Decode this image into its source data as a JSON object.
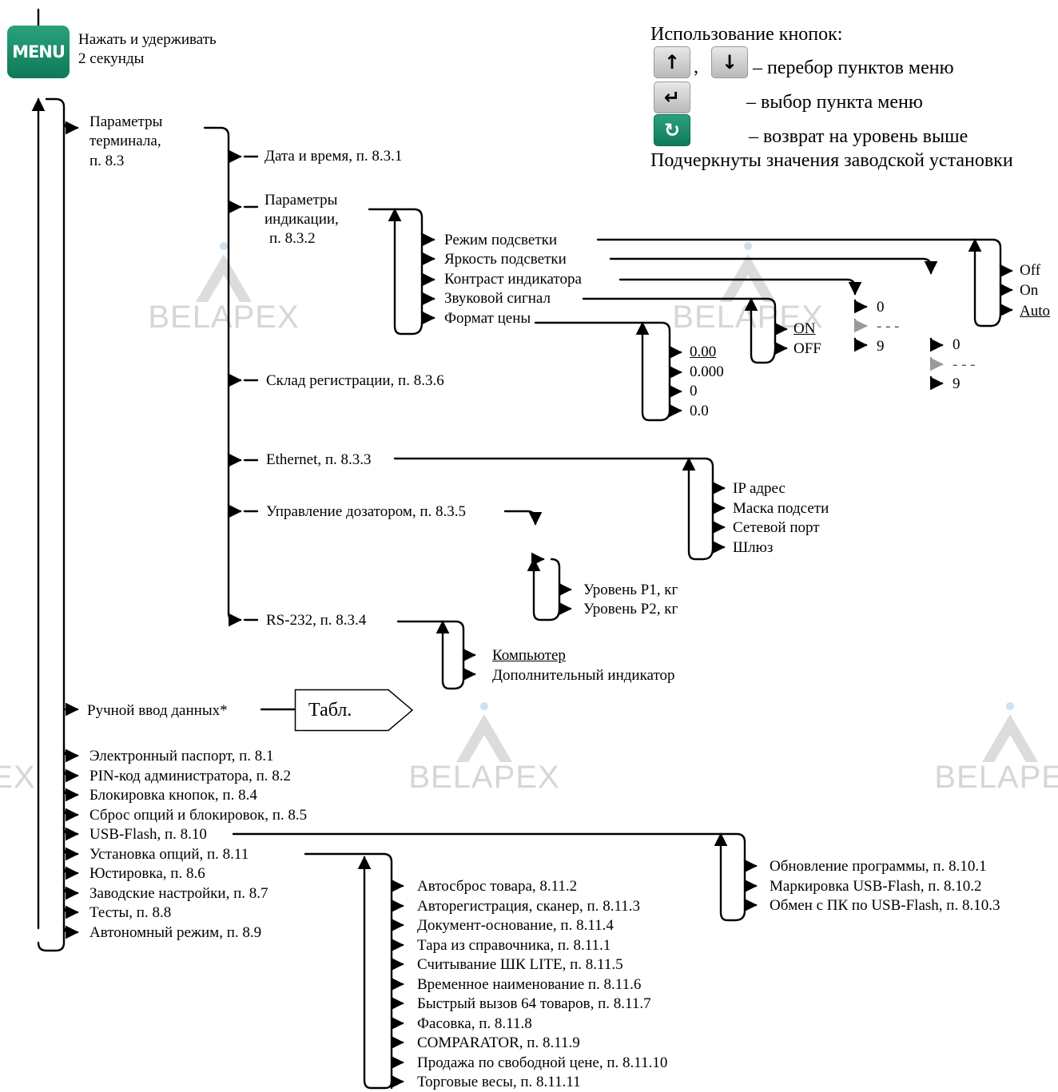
{
  "colors": {
    "button_green": "#13855f",
    "line": "#000000",
    "watermark": "#d6d6d6",
    "grey_arrow": "#9a9a9a"
  },
  "menu_button": {
    "label": "MENU",
    "hint_line1": "Нажать и удерживать",
    "hint_line2": "2 секунды"
  },
  "legend": {
    "title": "Использование кнопок:",
    "up_icon": "arrow-up-icon",
    "down_icon": "arrow-down-icon",
    "comma": ",",
    "updown_text": "– перебор пунктов меню",
    "enter_icon": "enter-icon",
    "enter_text": "– выбор пункта меню",
    "back_icon": "back-icon",
    "back_text": "– возврат на уровень выше",
    "note": "Подчеркнуты значения заводской установки"
  },
  "watermark": "BELAPEX",
  "terminal": {
    "title_l1": "Параметры",
    "title_l2": "терминала,",
    "title_l3": "п. 8.3",
    "datetime": "Дата и время, п. 8.3.1",
    "indication_l1": "Параметры",
    "indication_l2": "индикации,",
    "indication_l3": "п. 8.3.2",
    "indication_items": [
      "Режим подсветки",
      "Яркость подсветки",
      "Контраст индикатора",
      "Звуковой сигнал",
      "Формат цены"
    ],
    "price_formats": [
      "0.00",
      "0.000",
      "0",
      "0.0"
    ],
    "sound_options": [
      "ON",
      "OFF"
    ],
    "contrast_options": [
      "0",
      "- - -",
      "9"
    ],
    "brightness_options": [
      "0",
      "- - -",
      "9"
    ],
    "backlight_options": [
      "Off",
      "On",
      "Auto"
    ],
    "warehouse": "Склад регистрации, п. 8.3.6",
    "ethernet": "Ethernet, п. 8.3.3",
    "ethernet_items": [
      "IP адрес",
      "Маска подсети",
      "Сетевой порт",
      "Шлюз"
    ],
    "dispenser": "Управление  дозатором, п. 8.3.5",
    "dispenser_items": [
      "Уровень P1, кг",
      "Уровень P2, кг"
    ],
    "rs232": "RS-232, п. 8.3.4",
    "rs232_items": [
      "Компьютер",
      "Дополнительный индикатор"
    ]
  },
  "manual_input": {
    "label": "Ручной ввод данных*",
    "table_label": "Табл."
  },
  "main_items": [
    "Электронный паспорт, п. 8.1",
    "PIN-код администратора, п. 8.2",
    "Блокировка кнопок, п. 8.4",
    "Сброс опций и блокировок, п. 8.5",
    "USB-Flash, п. 8.10",
    "Установка опций, п. 8.11",
    "Юстировка, п. 8.6",
    "Заводские настройки, п. 8.7",
    "Тесты, п. 8.8",
    "Автономный режим,  п. 8.9"
  ],
  "usb_items": [
    "Обновление программы, п. 8.10.1",
    "Маркировка USB-Flash, п. 8.10.2",
    "Обмен с ПК по USB-Flash, п. 8.10.3"
  ],
  "options_items": [
    "Автосброс товара, 8.11.2",
    "Авторегистрация, сканер, п. 8.11.3",
    "Документ-основание, п. 8.11.4",
    "Тара из справочника, п. 8.11.1",
    "Считывание ШК LITE, п. 8.11.5",
    "Временное наименование п. 8.11.6",
    "Быстрый вызов 64 товаров, п. 8.11.7",
    "Фасовка, п. 8.11.8",
    "COMPARATOR, п. 8.11.9",
    "Продажа по свободной цене, п. 8.11.10",
    "Торговые весы, п. 8.11.11"
  ]
}
